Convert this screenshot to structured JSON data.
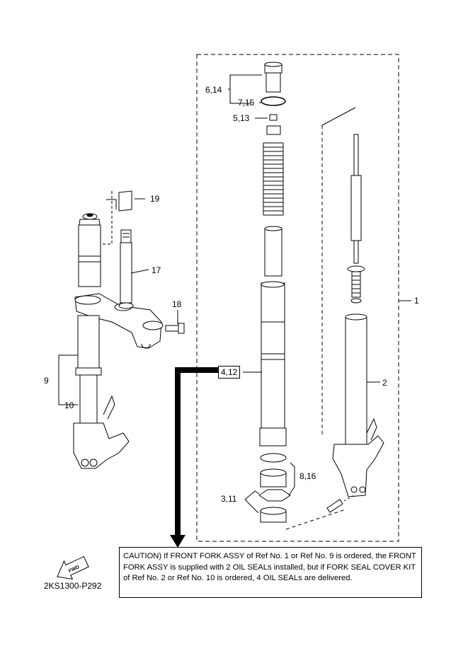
{
  "callouts": {
    "c1": "1",
    "c2": "2",
    "c3_11": "3,11",
    "c4_12": "4,12",
    "c5_13": "5,13",
    "c6_14": "6,14",
    "c7_15": "7,15",
    "c8_16": "8,16",
    "c9": "9",
    "c10": "10",
    "c17": "17",
    "c18": "18",
    "c19": "19"
  },
  "fwd_label": "FWD",
  "caution_text": "CAUTION) If FRONT FORK ASSY of Ref No. 1 or Ref No. 9 is ordered, the FRONT FORK ASSY is supplied with 2 OIL SEALs installed, but if FORK SEAL COVER KIT of Ref No. 2 or Ref No. 10 is ordered, 4 OIL SEALs are delivered.",
  "diagram_code": "2KS1300-P292"
}
